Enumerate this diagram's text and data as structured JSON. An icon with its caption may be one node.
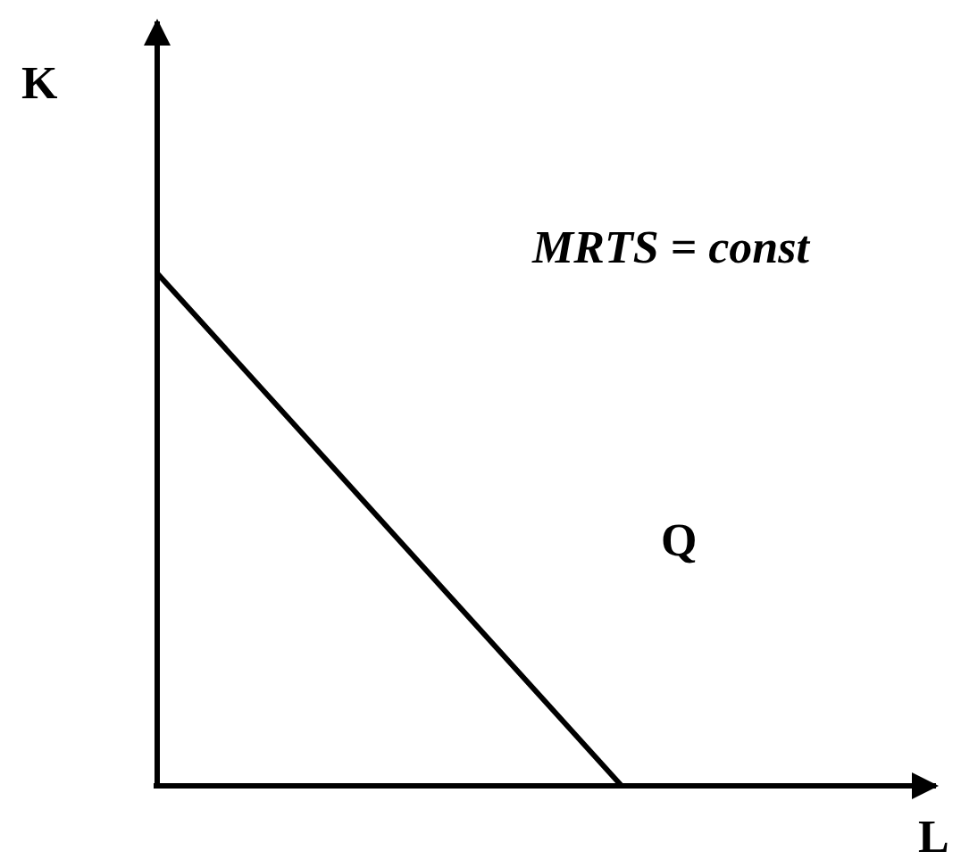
{
  "diagram": {
    "labels": [
      "K",
      "MRTS = const",
      "Q",
      "L"
    ]
  }
}
